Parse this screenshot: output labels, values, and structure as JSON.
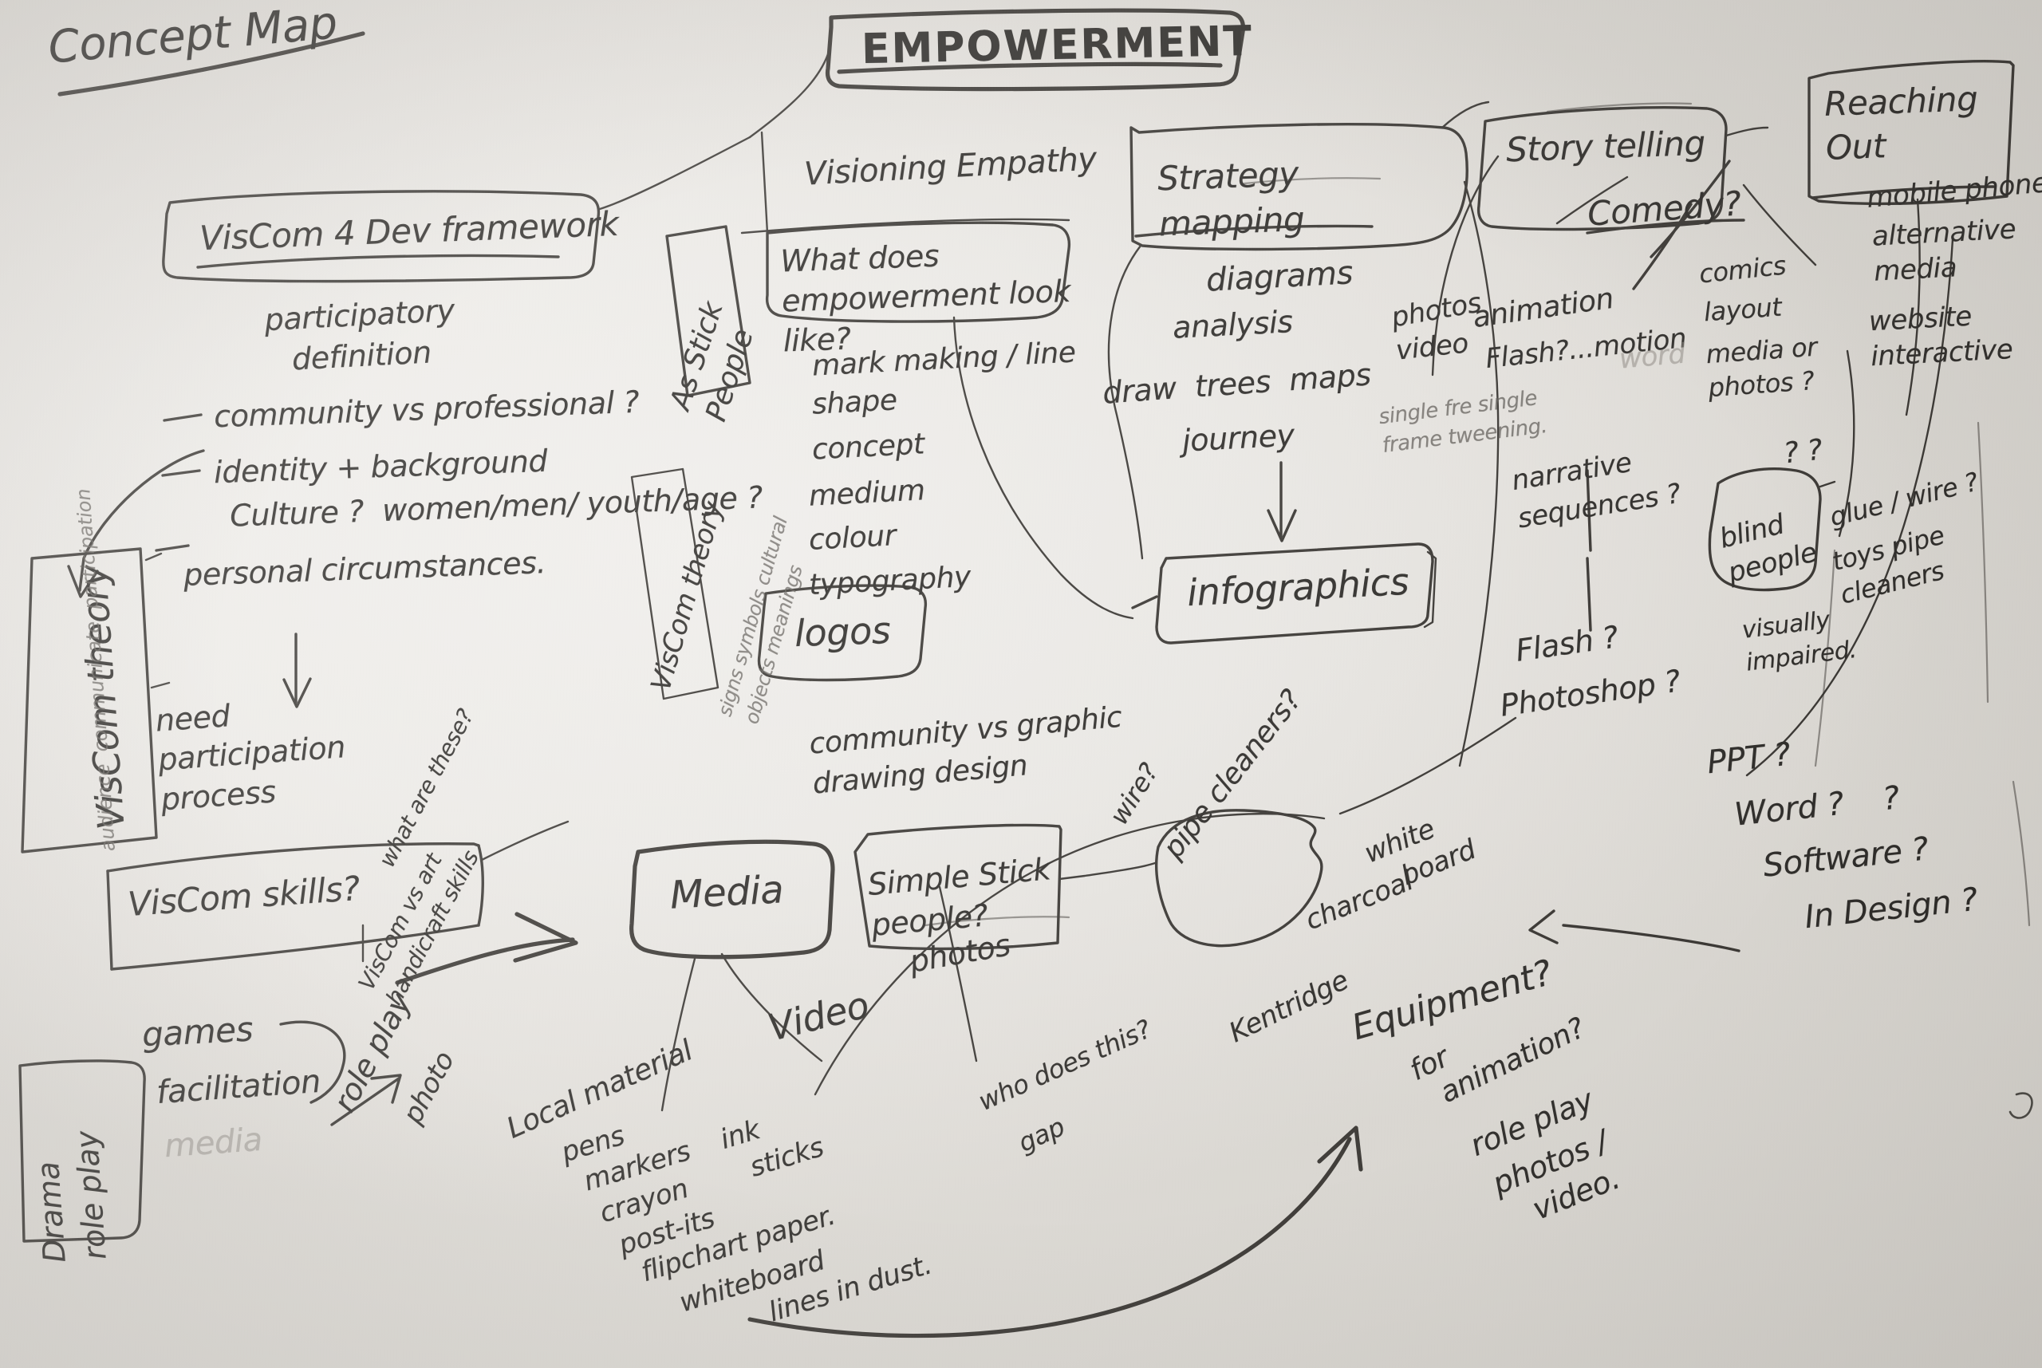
{
  "page": {
    "title": "Concept Map",
    "medium": "hand-drawn pencil concept map on white paper",
    "ink_color": "#272522",
    "paper_color": "#efece8"
  },
  "nodes": {
    "title": "Concept Map",
    "empowerment": "EMPOWERMENT",
    "viscom4dev": "VisCom 4 Dev framework",
    "viscom_theory": "VisCom theory",
    "viscom_theory_sub": "audience  communicate  participation",
    "viscom_theory_2": "VisCom theory",
    "viscom_theory_2_sub": "signs symbols  cultural objects  meanings",
    "as_stick_people": "As Stick People",
    "visioning_empathy": "Visioning Empathy",
    "what_does_empowerment": "What does empowerment look like?",
    "logos": "logos",
    "strategy_mapping": "Strategy mapping",
    "infographics": "infographics",
    "story_telling": "Story telling",
    "reaching_out": "Reaching Out",
    "comedy": "Comedy?",
    "blind_people": "blind people",
    "viscom_skills": "VisCom skills?",
    "drama_role_play": "Drama role play",
    "media": "Media",
    "simple_stick_people": "Simple Stick people?"
  },
  "framework_bullets": [
    "participatory definition",
    "community vs professional ?",
    "identity + background",
    "Culture ?  women/men/ youth/age ?",
    "personal circumstances."
  ],
  "left_notes": {
    "need_participation": "need participation process",
    "skills_question": "what are these?",
    "skills_compare": "VisCom vs art handicraft skills",
    "games": "games",
    "facilitation": "facilitation",
    "media_faint": "media",
    "role_play": "role play",
    "photo": "photo"
  },
  "visioning_list": [
    "mark making / line",
    "shape",
    "concept",
    "medium",
    "colour",
    "typography"
  ],
  "visioning_footnote": "community vs graphic drawing   design",
  "strategy_list": [
    "diagrams",
    "analysis",
    "draw  trees  maps",
    "journey"
  ],
  "storytelling_notes": {
    "photos": "photos",
    "video": "video",
    "animation": "animation",
    "flash_motion": "Flash?...motion",
    "single_frame": "single fre single frame tweening.",
    "narrative_sequences": "narrative sequences ?",
    "flash_q": "Flash ?",
    "photoshop_q": "Photoshop ?",
    "comics": "comics",
    "layout": "layout",
    "media_or_photos": "media or photos ?",
    "wcu_faint": "word"
  },
  "reaching_out_notes": [
    "mobile phone",
    "alternative media",
    "website interactive"
  ],
  "accessibility_notes": {
    "glue_wire": "glue / wire ?",
    "toys_pipe": "toys pipe cleaners",
    "visually_impaired": "visually impaired.",
    "qmarks": "? ?"
  },
  "software_notes": [
    "PPT ?",
    "Word ?    ?",
    "Software ?",
    "In Design ?"
  ],
  "media_notes": {
    "video": "Video",
    "local_material": "Local material",
    "materials": [
      "pens",
      "markers    ink",
      "crayon        sticks",
      "post-its",
      "flipchart paper.",
      "whiteboard",
      "lines in dust."
    ],
    "photos": "photos",
    "who_does_this": "who does this?",
    "gap": "gap",
    "wire": "wire?",
    "pipe_cleaners": "pipe cleaners?"
  },
  "equipment_notes": {
    "white_board": "white",
    "board": "board",
    "charcoal": "charcoal",
    "kentridge": "Kentridge",
    "equipment": "Equipment?",
    "for": "for",
    "animation": "animation?",
    "role_play": "role play",
    "photos": "photos /",
    "video": "video."
  }
}
